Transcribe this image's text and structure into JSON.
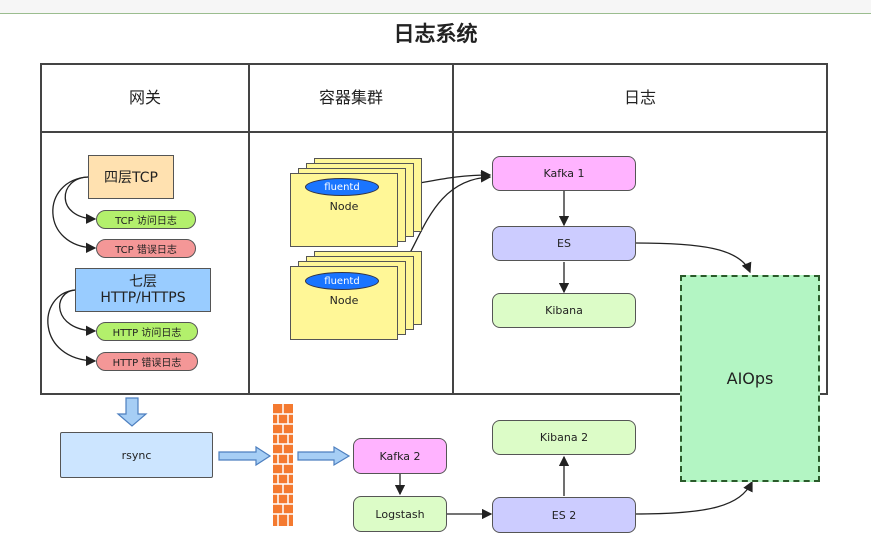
{
  "title": "日志系统",
  "columns": {
    "gateway": "网关",
    "cluster": "容器集群",
    "logs": "日志"
  },
  "gateway": {
    "l4": "四层TCP",
    "tcp_access": "TCP 访问日志",
    "tcp_error": "TCP 错误日志",
    "l7_line1": "七层",
    "l7_line2": "HTTP/HTTPS",
    "http_access": "HTTP 访问日志",
    "http_error": "HTTP 错误日志"
  },
  "cluster": {
    "agent1": "fluentd",
    "node1": "Node",
    "agent2": "fluentd",
    "node2": "Node"
  },
  "logs": {
    "kafka1": "Kafka 1",
    "es": "ES",
    "kibana": "Kibana",
    "aiops": "AIOps"
  },
  "pipeline": {
    "rsync": "rsync",
    "kafka2": "Kafka 2",
    "logstash": "Logstash",
    "es2": "ES 2",
    "kibana2": "Kibana 2"
  },
  "colors": {
    "l4": "#ffe1b0",
    "green_pill": "#b3f06c",
    "red_pill": "#f49797",
    "l7": "#99ccff",
    "node": "#fff797",
    "fluentd": "#1a75ff",
    "pink": "#ffb3ff",
    "purple": "#ccccff",
    "light_green": "#dcfcc7",
    "aiops": "#b3f5c3",
    "rsync": "#cce5ff",
    "firewall": "#f47a30"
  }
}
